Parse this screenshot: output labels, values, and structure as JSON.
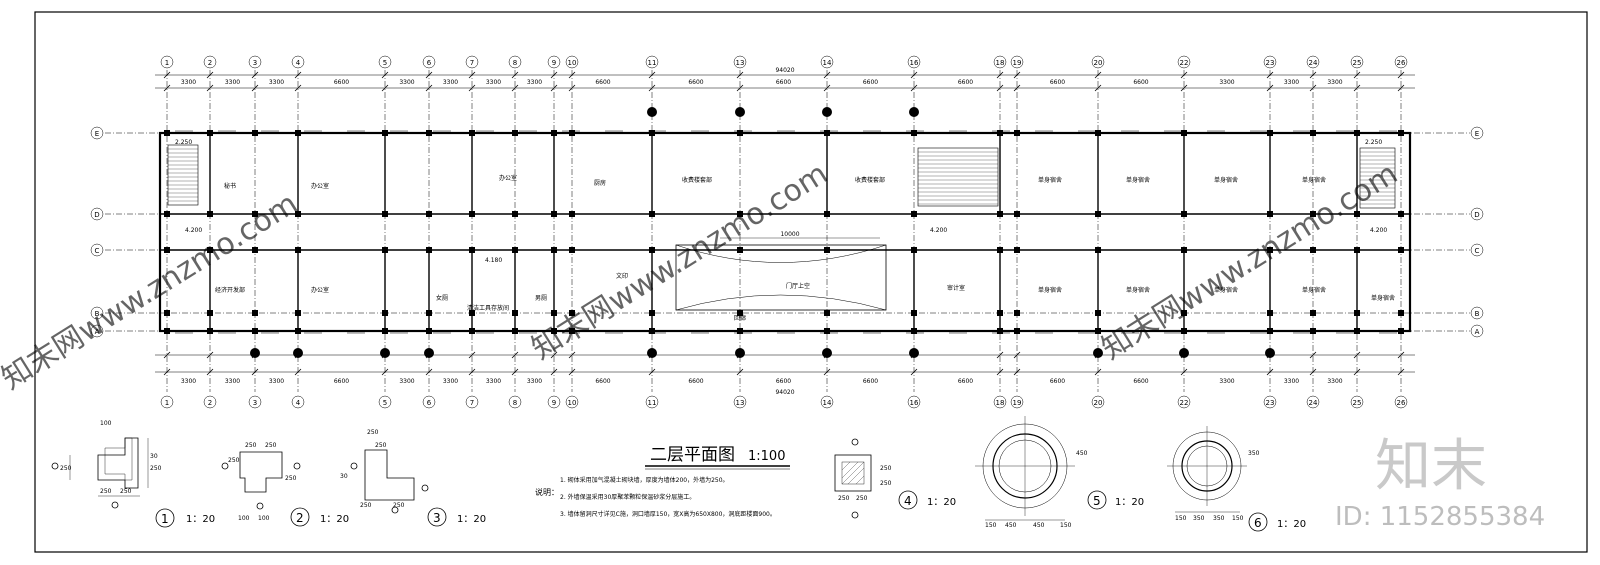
{
  "plan": {
    "title": "二层平面图",
    "scale": "1:100",
    "total_dimension": "94020",
    "axis_numbers": [
      "1",
      "2",
      "3",
      "4",
      "5",
      "6",
      "7",
      "8",
      "9",
      "10",
      "11",
      "13",
      "14",
      "16",
      "18",
      "19",
      "20",
      "22",
      "23",
      "24",
      "25",
      "26"
    ],
    "axis_letters": [
      "E",
      "D",
      "C",
      "B",
      "A"
    ],
    "span_labels": [
      "3300",
      "3300",
      "3300",
      "6600",
      "3300",
      "3300",
      "3300",
      "3300",
      "6600",
      "6600",
      "6600",
      "6600",
      "6600",
      "6600",
      "6600",
      "3300",
      "3300",
      "3300"
    ],
    "rooms": [
      {
        "key": "r1",
        "label": "秘书"
      },
      {
        "key": "r2",
        "label": "办公室"
      },
      {
        "key": "r3",
        "label": "办公室"
      },
      {
        "key": "r4",
        "label": "厨房"
      },
      {
        "key": "r5",
        "label": "收费楼套部"
      },
      {
        "key": "r6",
        "label": "收费楼套部"
      },
      {
        "key": "r7",
        "label": "单身宿舍"
      },
      {
        "key": "r8",
        "label": "单身宿舍"
      },
      {
        "key": "r9",
        "label": "单身宿舍"
      },
      {
        "key": "r10",
        "label": "单身宿舍"
      },
      {
        "key": "r11",
        "label": "经济开发部"
      },
      {
        "key": "r12",
        "label": "办公室"
      },
      {
        "key": "r13",
        "label": "女厕"
      },
      {
        "key": "r14",
        "label": "清洁工具存放间"
      },
      {
        "key": "r15",
        "label": "男厕"
      },
      {
        "key": "r16",
        "label": "文印"
      },
      {
        "key": "r17",
        "label": "门厅上空"
      },
      {
        "key": "r18",
        "label": "回廊"
      },
      {
        "key": "r19",
        "label": "审计室"
      },
      {
        "key": "r20",
        "label": "单身宿舍"
      },
      {
        "key": "r21",
        "label": "单身宿舍"
      },
      {
        "key": "r22",
        "label": "单身宿舍"
      },
      {
        "key": "r23",
        "label": "单身宿舍"
      },
      {
        "key": "r24",
        "label": "单身宿舍"
      }
    ],
    "corridor_dim": "10000",
    "stair_elev": "2.250",
    "floor_elev": "4.200",
    "toilet_elev": "4.180"
  },
  "notes": {
    "heading": "说明：",
    "lines": [
      "1. 砌体采用加气混凝土砌块墙，厚度为墙体200，外墙为250。",
      "2. 外墙保温采用30厚聚苯颗粒保温砂浆分层施工。",
      "3. 墙体留洞尺寸详见C施，洞口墙厚150，宽X高为650X800，洞底距楼面900。"
    ]
  },
  "details": [
    {
      "num": "1",
      "scale": "1：20"
    },
    {
      "num": "2",
      "scale": "1：20"
    },
    {
      "num": "3",
      "scale": "1：20"
    },
    {
      "num": "4",
      "scale": "1：20"
    },
    {
      "num": "5",
      "scale": "1：20"
    },
    {
      "num": "6",
      "scale": "1：20"
    }
  ],
  "detail_dims": {
    "d1": [
      "100",
      "250",
      "250",
      "250",
      "250",
      "30"
    ],
    "d2": [
      "250",
      "250",
      "250",
      "250",
      "100",
      "100"
    ],
    "d3": [
      "250",
      "250",
      "250",
      "250",
      "30"
    ],
    "d4": [
      "250",
      "250",
      "250",
      "250"
    ],
    "d5": [
      "450",
      "450",
      "450",
      "150",
      "150"
    ],
    "d6": [
      "350",
      "350",
      "350",
      "150",
      "150"
    ]
  },
  "watermark": {
    "brand": "知末",
    "id": "ID: 1152855384",
    "diagonal": "知末网www.znzmo.com"
  }
}
